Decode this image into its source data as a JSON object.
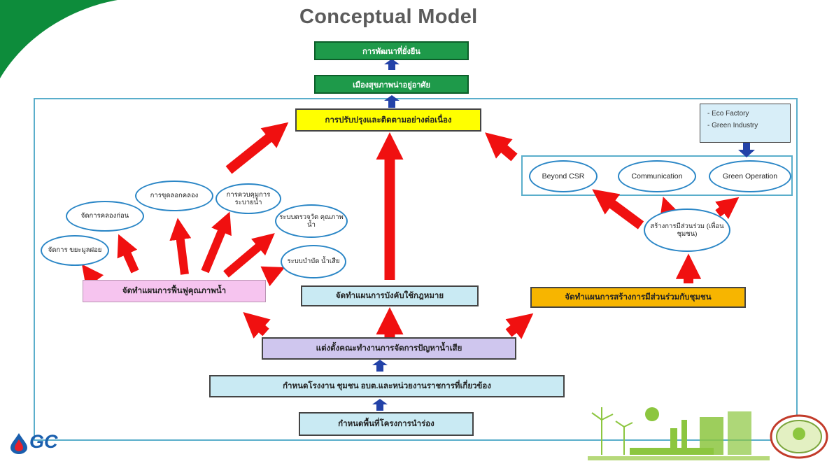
{
  "title": "Conceptual Model",
  "top_boxes": {
    "sustainable_development": "การพัฒนาที่ยั่งยืน",
    "liveable_city": "เมืองสุขภาพน่าอยู่อาศัย",
    "continuous_improvement": "การปรับปรุงและติดตามอย่างต่อเนื่อง"
  },
  "left_plan": {
    "label": "จัดทำแผนการฟื้นฟูคุณภาพน้ำ",
    "items": [
      "จัดการ ขยะมูลฝอย",
      "จัดการคลองก่อน",
      "การขุดลอกคลอง",
      "การควบคุมการ ระบายน้ำ",
      "ระบบตรวจวัด คุณภาพน้ำ",
      "ระบบบำบัด น้ำเสีย"
    ]
  },
  "center_plan": {
    "label": "จัดทำแผนการบังคับใช้กฎหมาย"
  },
  "right_plan": {
    "label": "จัดทำแผนการสร้างการมีส่วนร่วมกับชุมชน",
    "participation": "สร้างการมีส่วนร่วม (เพื่อนชุมชน)",
    "items": [
      "Beyond CSR",
      "Communication",
      "Green Operation"
    ],
    "eco_list": [
      "- Eco Factory",
      "- Green Industry"
    ]
  },
  "bottom_boxes": {
    "working_group": "แต่งตั้งคณะทำงานการจัดการปัญหาน้ำเสีย",
    "stakeholders": "กำหนดโรงงาน ชุมชน อบต.และหน่วยงานราชการที่เกี่ยวข้อง",
    "pilot_area": "กำหนดพื้นที่โครงการนำร่อง"
  },
  "logo": {
    "text": "GC"
  },
  "colors": {
    "green": "#1e9a4a",
    "red_arrow": "#f01010",
    "blue_arrow": "#2342a8",
    "yellow": "#ffff00",
    "pink": "#f6c4ef",
    "light_blue": "#c9eaf3",
    "orange": "#f7b500",
    "lavender": "#cfc6ee",
    "frame": "#5aaecb",
    "ellipse_border": "#2a86c6"
  }
}
